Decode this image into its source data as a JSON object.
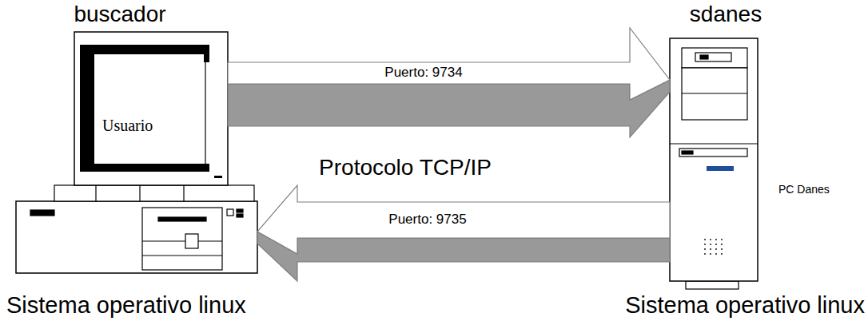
{
  "diagram": {
    "nodes": [
      {
        "text": [
          "buscador",
          "Usuario",
          "Sistema operativo linux"
        ]
      },
      {
        "text": [
          "sdanes",
          "PC Danes",
          "Sistema operativo linux"
        ]
      }
    ],
    "edges": [
      {
        "from": 0,
        "to": 1,
        "arrow": "to",
        "label": "Puerto: 9734"
      },
      {
        "from": 1,
        "to": 0,
        "arrow": "to",
        "label": "Puerto: 9735"
      }
    ],
    "labels": [
      "Protocolo TCP/IP"
    ]
  }
}
